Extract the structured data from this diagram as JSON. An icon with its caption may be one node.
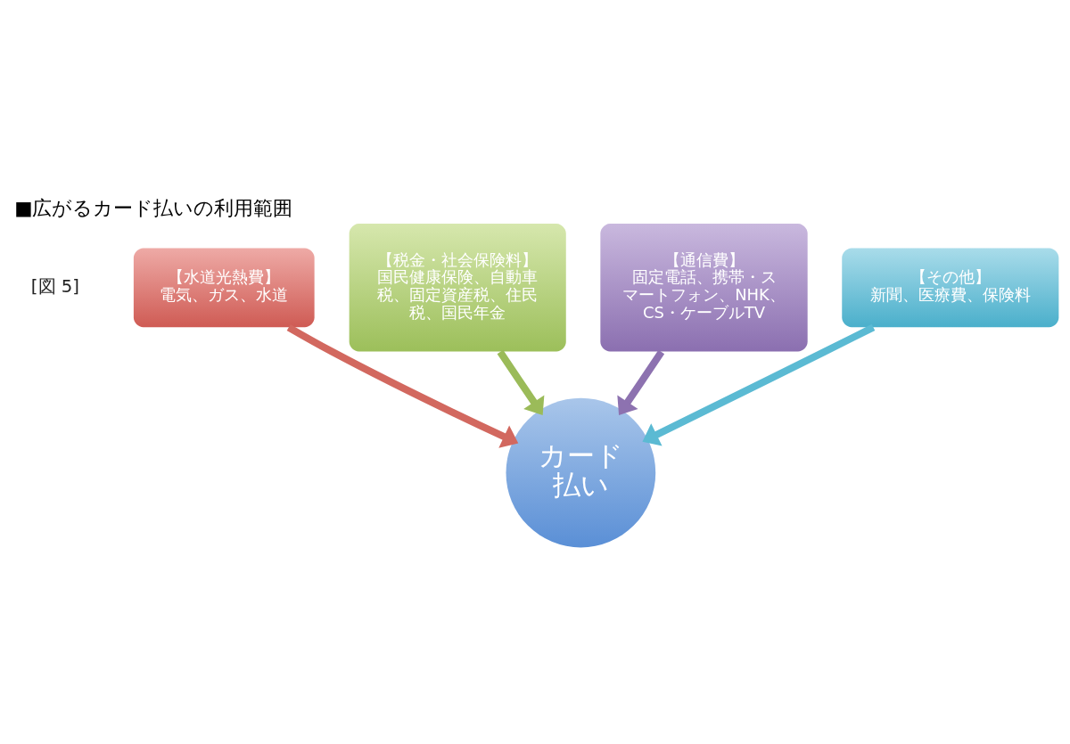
{
  "diagram": {
    "title": "■広がるカード払いの利用範囲",
    "nodes": [
      {
        "text": [
          "【税金・社会保険料】",
          "国民健康保険、自動車税、固定資産税、住民税、国民年金"
        ]
      },
      {
        "text": [
          "【通信費】",
          "固定電話、携帯・スマートフォン、NHK、CS・ケーブルTV"
        ]
      },
      {
        "text": [
          "【水道光熱費】",
          "電気、ガス、水道"
        ]
      },
      {
        "text": [
          "【その他】",
          "新聞、医療費、保険料"
        ]
      },
      {
        "text": [
          "カード払い"
        ]
      }
    ],
    "edges": [
      {
        "from": 0,
        "to": 4,
        "arrow": "to",
        "color": "#9bbb59"
      },
      {
        "from": 1,
        "to": 4,
        "arrow": "to",
        "color": "#8d72b0"
      },
      {
        "from": 2,
        "to": 4,
        "arrow": "to",
        "color": "#d2685f"
      },
      {
        "from": 3,
        "to": 4,
        "arrow": "to",
        "color": "#5bbad3"
      }
    ],
    "labels": [
      "[図 5]"
    ]
  }
}
